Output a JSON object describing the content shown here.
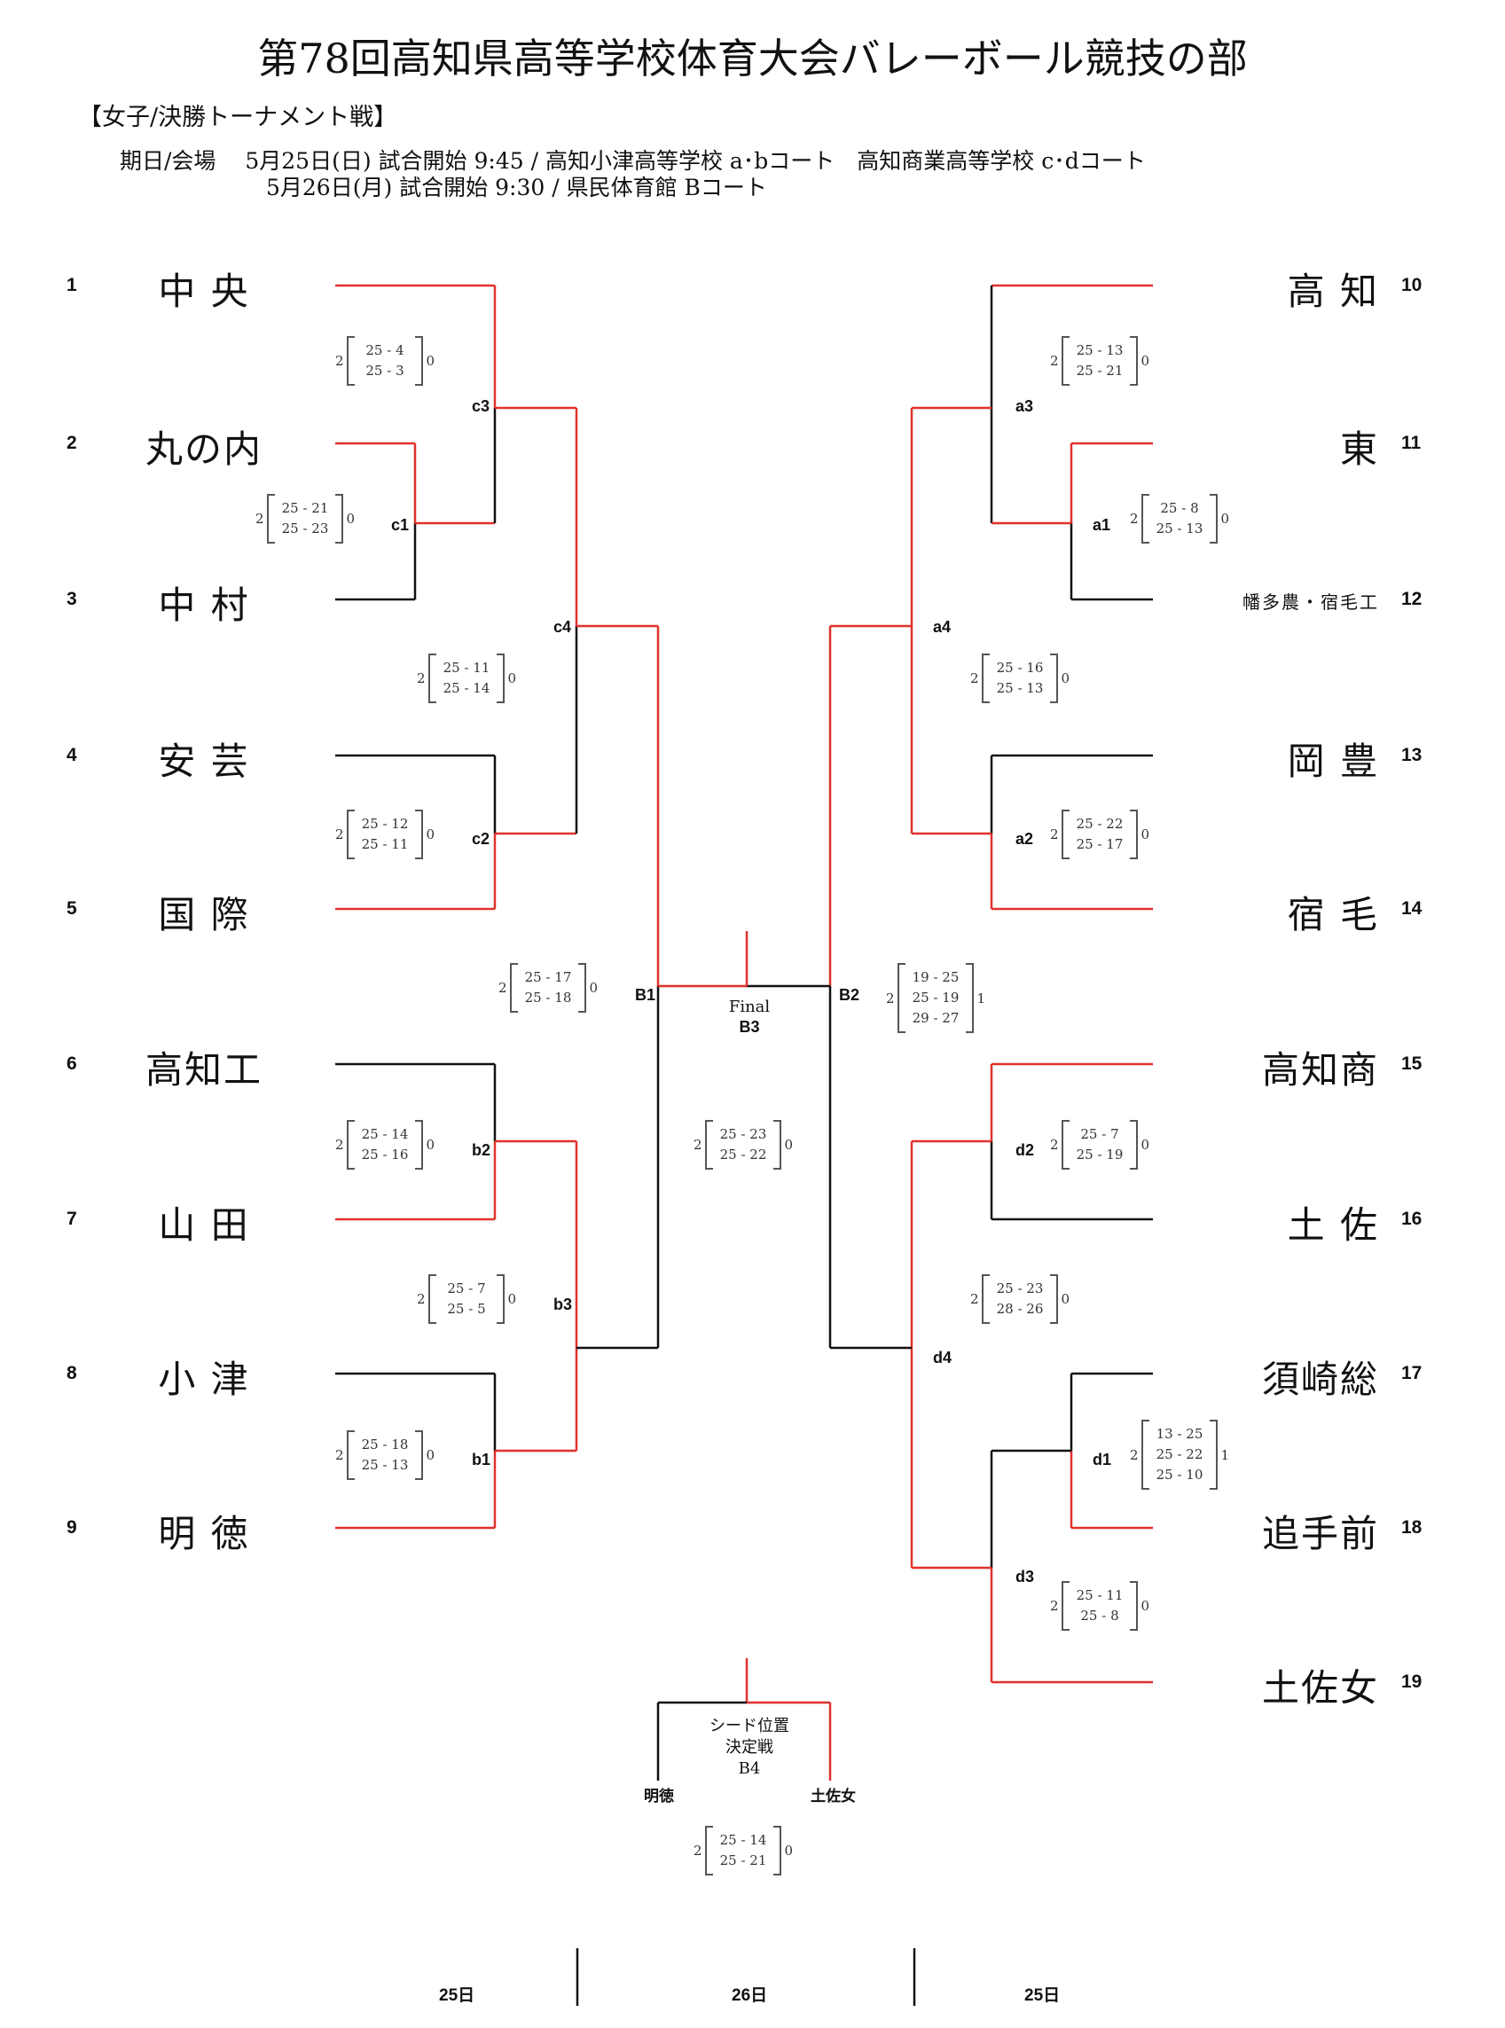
{
  "title": "第78回高知県高等学校体育大会バレーボール競技の部",
  "section": "【女子/決勝トーナメント戦】",
  "schedule": {
    "line1": "期日/会場　 5月25日(日) 試合開始 9:45 / 高知小津高等学校 a･bコート　高知商業高等学校 c･dコート",
    "line2": "5月26日(月) 試合開始 9:30 / 県民体育館 Bコート"
  },
  "teams_left": [
    {
      "seed": "1",
      "name": "中 央"
    },
    {
      "seed": "2",
      "name": "丸の内"
    },
    {
      "seed": "3",
      "name": "中 村"
    },
    {
      "seed": "4",
      "name": "安 芸"
    },
    {
      "seed": "5",
      "name": "国 際"
    },
    {
      "seed": "6",
      "name": "高知工"
    },
    {
      "seed": "7",
      "name": "山 田"
    },
    {
      "seed": "8",
      "name": "小 津"
    },
    {
      "seed": "9",
      "name": "明 徳"
    }
  ],
  "teams_right": [
    {
      "seed": "10",
      "name": "高 知"
    },
    {
      "seed": "11",
      "name": "東"
    },
    {
      "seed": "12",
      "name": "幡多農・宿毛工"
    },
    {
      "seed": "13",
      "name": "岡 豊"
    },
    {
      "seed": "14",
      "name": "宿 毛"
    },
    {
      "seed": "15",
      "name": "高知商"
    },
    {
      "seed": "16",
      "name": "土 佐"
    },
    {
      "seed": "17",
      "name": "須崎総"
    },
    {
      "seed": "18",
      "name": "追手前"
    },
    {
      "seed": "19",
      "name": "土佐女"
    }
  ],
  "matches": {
    "c3": "c3",
    "c1": "c1",
    "c4": "c4",
    "c2": "c2",
    "B1": "B1",
    "b2": "b2",
    "b3": "b3",
    "b1": "b1",
    "a3": "a3",
    "a1": "a1",
    "a4": "a4",
    "a2": "a2",
    "B2": "B2",
    "d2": "d2",
    "d4": "d4",
    "d1": "d1",
    "d3": "d3"
  },
  "scores": {
    "c3": {
      "sets": [
        "25 - 4",
        "25 - 3"
      ],
      "w": "2",
      "l": "0"
    },
    "c1": {
      "sets": [
        "25 - 21",
        "25 - 23"
      ],
      "w": "2",
      "l": "0"
    },
    "c4": {
      "sets": [
        "25 - 11",
        "25 - 14"
      ],
      "w": "2",
      "l": "0"
    },
    "c2": {
      "sets": [
        "25 - 12",
        "25 - 11"
      ],
      "w": "2",
      "l": "0"
    },
    "B1": {
      "sets": [
        "25 - 17",
        "25 - 18"
      ],
      "w": "2",
      "l": "0"
    },
    "b2": {
      "sets": [
        "25 - 14",
        "25 - 16"
      ],
      "w": "2",
      "l": "0"
    },
    "b3": {
      "sets": [
        "25 - 7",
        "25 - 5"
      ],
      "w": "2",
      "l": "0"
    },
    "b1": {
      "sets": [
        "25 - 18",
        "25 - 13"
      ],
      "w": "2",
      "l": "0"
    },
    "a3": {
      "sets": [
        "25 - 13",
        "25 - 21"
      ],
      "w": "2",
      "l": "0"
    },
    "a1": {
      "sets": [
        "25 - 8",
        "25 - 13"
      ],
      "w": "2",
      "l": "0"
    },
    "a4": {
      "sets": [
        "25 - 16",
        "25 - 13"
      ],
      "w": "2",
      "l": "0"
    },
    "a2": {
      "sets": [
        "25 - 22",
        "25 - 17"
      ],
      "w": "2",
      "l": "0"
    },
    "B2": {
      "sets": [
        "19 - 25",
        "25 - 19",
        "29 - 27"
      ],
      "w": "2",
      "l": "1"
    },
    "final": {
      "sets": [
        "25 - 23",
        "25 - 22"
      ],
      "w": "2",
      "l": "0"
    },
    "d2": {
      "sets": [
        "25 - 7",
        "25 - 19"
      ],
      "w": "2",
      "l": "0"
    },
    "d4": {
      "sets": [
        "25 - 23",
        "28 - 26"
      ],
      "w": "2",
      "l": "0"
    },
    "d1": {
      "sets": [
        "13 - 25",
        "25 - 22",
        "25 - 10"
      ],
      "w": "2",
      "l": "1"
    },
    "d3": {
      "sets": [
        "25 - 11",
        "25 - 8"
      ],
      "w": "2",
      "l": "0"
    },
    "B4": {
      "sets": [
        "25 - 14",
        "25 - 21"
      ],
      "w": "2",
      "l": "0"
    }
  },
  "final_label": "Final",
  "final_code": "B3",
  "seed_match": {
    "line1": "シード位置",
    "line2": "決定戦",
    "code": "B4",
    "left_team": "明徳",
    "right_team": "土佐女"
  },
  "days": {
    "left": "25日",
    "center": "26日",
    "right": "25日"
  },
  "colors": {
    "winner_line": "#e0312b",
    "loser_line": "#111111",
    "bracket": "#444444"
  }
}
